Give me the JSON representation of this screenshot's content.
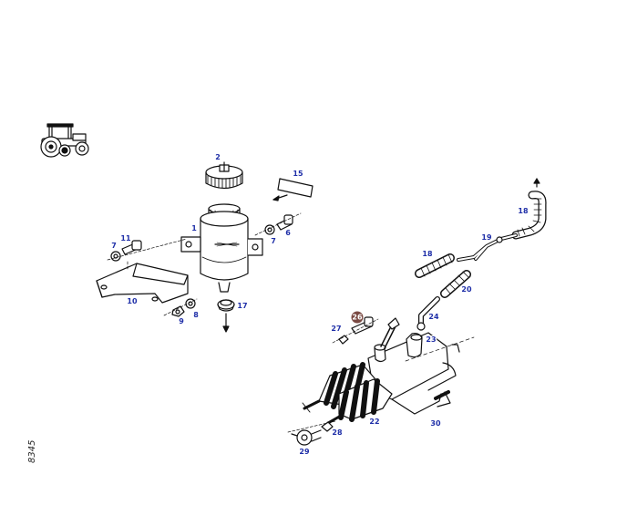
{
  "diagram": {
    "drawing_number": "8345",
    "icon": "tractor-icon",
    "colors": {
      "label": "#1f2fa8",
      "highlight": "#7a4a43",
      "line": "#111111"
    },
    "callouts": [
      {
        "id": "c1",
        "label": "1"
      },
      {
        "id": "c2",
        "label": "2"
      },
      {
        "id": "c15",
        "label": "15"
      },
      {
        "id": "c11",
        "label": "11"
      },
      {
        "id": "c7a",
        "label": "7"
      },
      {
        "id": "c7b",
        "label": "7"
      },
      {
        "id": "c6",
        "label": "6"
      },
      {
        "id": "c10",
        "label": "10"
      },
      {
        "id": "c9",
        "label": "9"
      },
      {
        "id": "c8",
        "label": "8"
      },
      {
        "id": "c17",
        "label": "17"
      },
      {
        "id": "c18a",
        "label": "18"
      },
      {
        "id": "c18b",
        "label": "18"
      },
      {
        "id": "c19",
        "label": "19"
      },
      {
        "id": "c20",
        "label": "20"
      },
      {
        "id": "c24",
        "label": "24"
      },
      {
        "id": "c26",
        "label": "26",
        "highlighted": true
      },
      {
        "id": "c27",
        "label": "27"
      },
      {
        "id": "c23",
        "label": "23"
      },
      {
        "id": "c22",
        "label": "22"
      },
      {
        "id": "c30",
        "label": "30"
      },
      {
        "id": "c28",
        "label": "28"
      },
      {
        "id": "c29",
        "label": "29"
      }
    ]
  }
}
